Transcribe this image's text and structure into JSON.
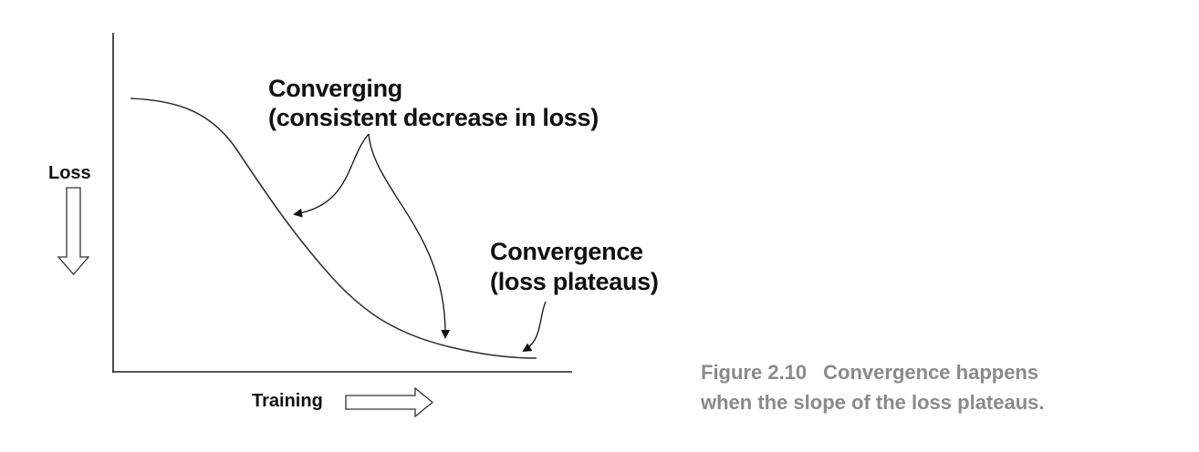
{
  "diagram": {
    "y_axis_label": "Loss",
    "x_axis_label": "Training",
    "annotations": {
      "converging": {
        "line1": "Converging",
        "line2": "(consistent decrease in loss)"
      },
      "convergence": {
        "line1": "Convergence",
        "line2": "(loss plateaus)"
      }
    }
  },
  "caption": {
    "figure_number": "Figure 2.10",
    "line1": "Convergence happens",
    "line2": "when the slope of the loss plateaus."
  },
  "colors": {
    "ink": "#111111",
    "curve": "#333333",
    "caption": "#8a8a8a"
  }
}
